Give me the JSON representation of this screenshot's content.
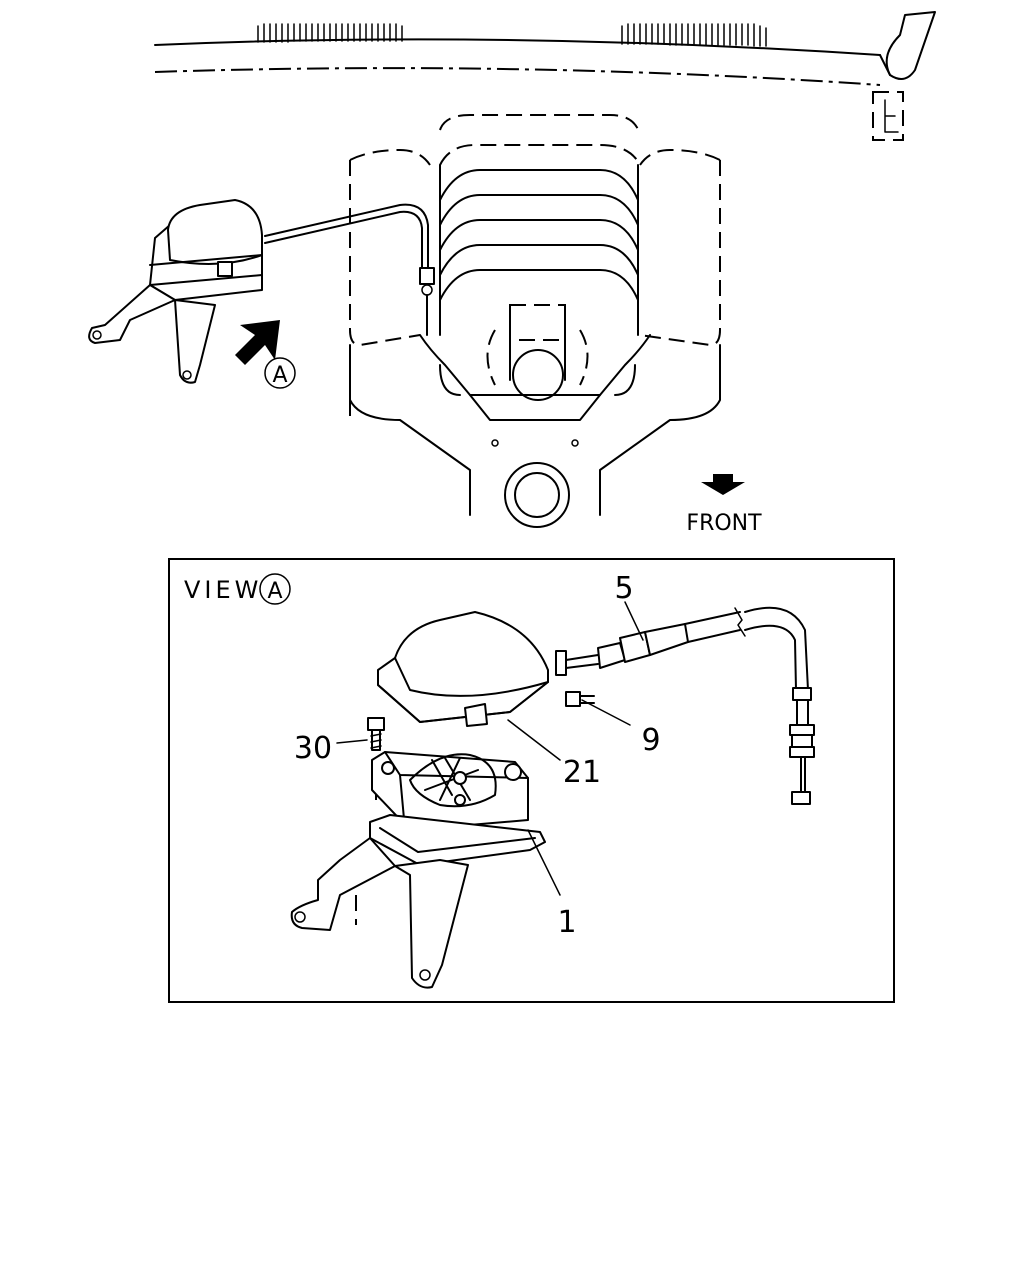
{
  "view_label": "VIEW",
  "view_marker": "A",
  "top_marker": "A",
  "direction_label": "FRONT",
  "callouts": [
    {
      "id": "cable",
      "text": "5"
    },
    {
      "id": "cover",
      "text": "21"
    },
    {
      "id": "screw",
      "text": "9"
    },
    {
      "id": "bolt",
      "text": "30"
    },
    {
      "id": "actuator",
      "text": "1"
    }
  ]
}
